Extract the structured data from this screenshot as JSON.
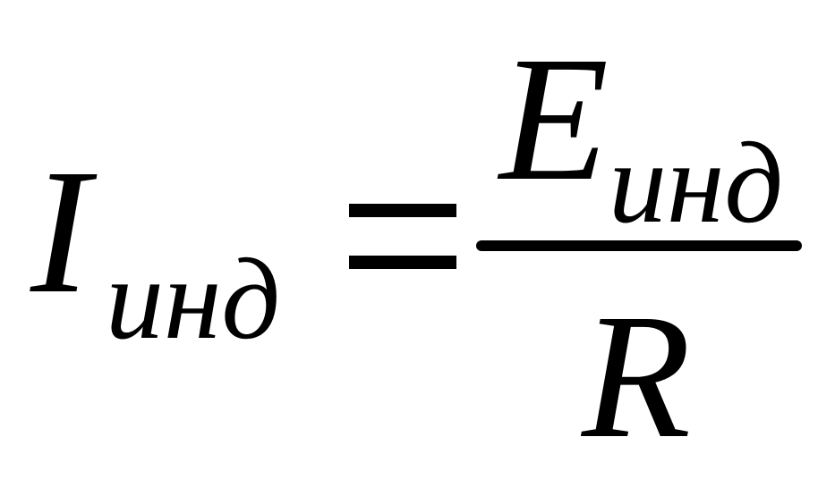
{
  "formula": {
    "lhs": {
      "symbol": "I",
      "subscript": "инд"
    },
    "operator": "=",
    "numerator": {
      "symbol": "E",
      "subscript": "инд"
    },
    "denominator": {
      "symbol": "R"
    }
  }
}
